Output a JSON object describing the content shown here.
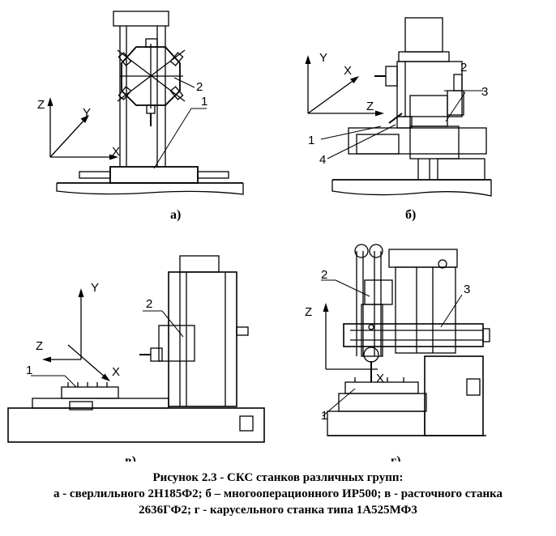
{
  "panels": [
    {
      "label": "а)",
      "axes": [
        "Z",
        "Y",
        "X"
      ],
      "callouts": [
        "1",
        "2"
      ]
    },
    {
      "label": "б)",
      "axes": [
        "Y",
        "X",
        "Z"
      ],
      "callouts": [
        "1",
        "2",
        "3",
        "4"
      ]
    },
    {
      "label": "в)",
      "axes": [
        "Y",
        "Z",
        "X"
      ],
      "callouts": [
        "1",
        "2"
      ]
    },
    {
      "label": "г)",
      "axes": [
        "Z",
        "X"
      ],
      "callouts": [
        "1",
        "2",
        "3"
      ]
    }
  ],
  "caption": {
    "line1": "Рисунок 2.3 - СКС станков различных групп:",
    "line2": "а - сверлильного 2Н185Ф2;  б – многооперационного ИР500; в - расточного станка",
    "line3": "2636ГФ2;  г - карусельного станка типа 1А525МФ3"
  }
}
